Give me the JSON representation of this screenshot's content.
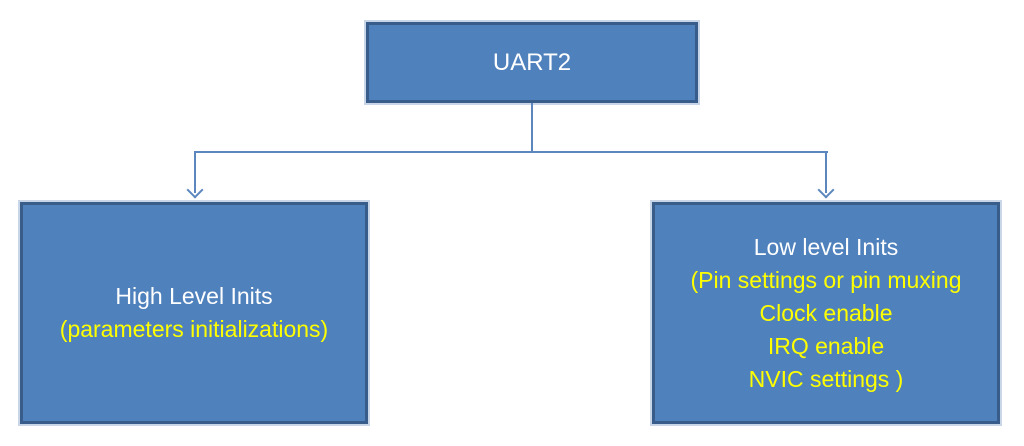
{
  "colors": {
    "box_fill": "#4f81bd",
    "box_border": "#385d8a",
    "connector": "#5b87be",
    "title_text": "#ffffff",
    "detail_text": "#ffff00",
    "canvas_bg": "#ffffff"
  },
  "root_box": {
    "label": "UART2"
  },
  "left_box": {
    "title": "High Level Inits",
    "lines": [
      "(parameters initializations)"
    ]
  },
  "right_box": {
    "title": "Low level Inits",
    "lines": [
      "(Pin settings or pin muxing",
      "Clock enable",
      "IRQ enable",
      "NVIC settings )"
    ]
  }
}
